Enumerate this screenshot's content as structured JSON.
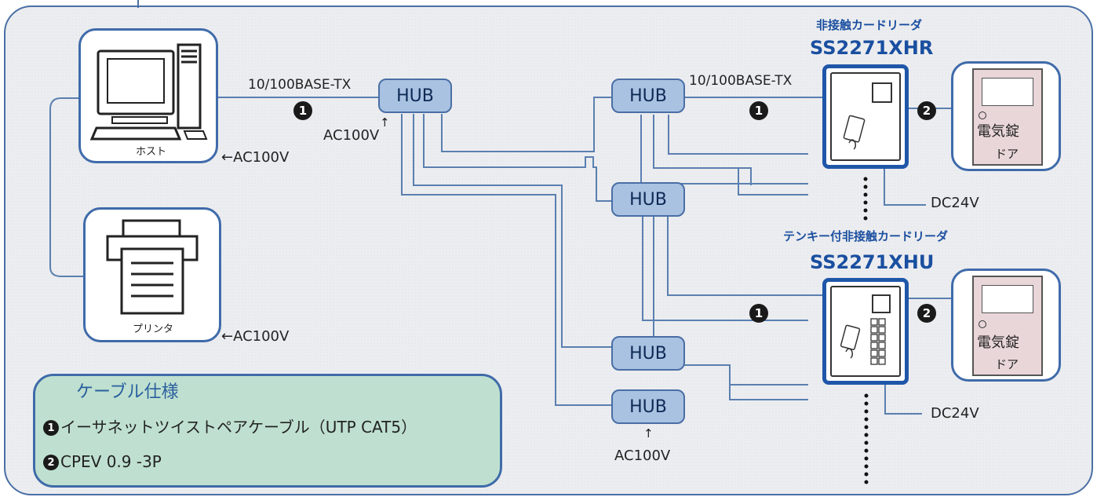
{
  "labels": {
    "host": "ホスト",
    "printer": "プリンタ",
    "ac_host": "←AC100V",
    "ac_printer": "←AC100V",
    "ac_hub1": "AC100V",
    "ac_hub_bottom": "AC100V",
    "arrow_up": "↑",
    "cable_top_left": "10/100BASE-TX",
    "cable_top_right": "10/100BASE-TX",
    "dc_top": "DC24V",
    "dc_bottom": "DC24V"
  },
  "hubs": [
    "HUB",
    "HUB",
    "HUB",
    "HUB",
    "HUB"
  ],
  "readers": {
    "top": {
      "caption": "非接触カードリーダ",
      "model": "SS2271XHR"
    },
    "bottom": {
      "caption": "テンキー付非接触カードリーダ",
      "model": "SS2271XHU"
    }
  },
  "doors": {
    "lock_label": "電気錠",
    "door_label": "ドア"
  },
  "markers": {
    "one": "1",
    "two": "2"
  },
  "legend": {
    "title": "ケーブル仕様",
    "item1": "イーサネットツイストペアケーブル（UTP  CAT5）",
    "item2": "CPEV  0.9 -3P"
  },
  "colors": {
    "panel_border": "#4a6fa5",
    "hub_fill": "#a9c2e2",
    "line": "#5a7fb0",
    "legend_fill": "#bfe0d0",
    "title_blue": "#1a4fa0",
    "door_fill": "#e9d6d8"
  }
}
